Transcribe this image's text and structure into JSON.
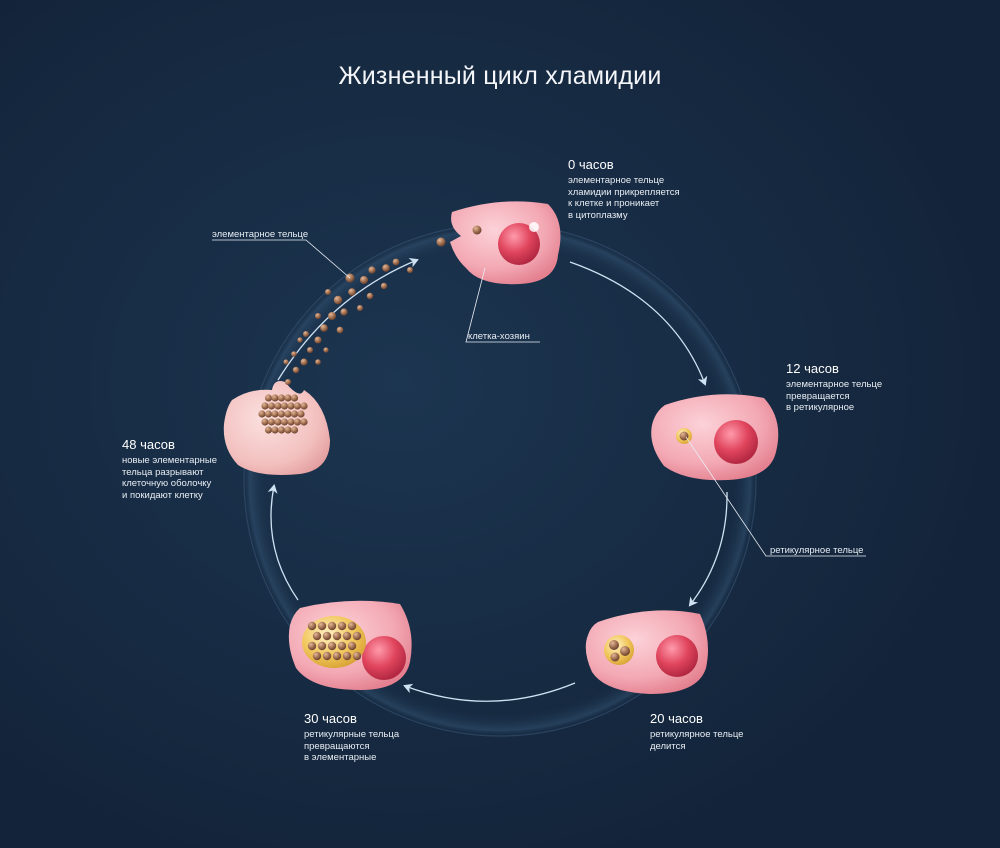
{
  "title": "Жизненный цикл хламидии",
  "stages": [
    {
      "time": "0 часов",
      "description": "элементарное тельце\nхламидии прикрепляется\nк клетке и проникает\nв цитоплазму"
    },
    {
      "time": "12 часов",
      "description": "элементарное тельце\nпревращается\nв ретикулярное"
    },
    {
      "time": "20 часов",
      "description": "ретикулярное тельце\nделится"
    },
    {
      "time": "30 часов",
      "description": "ретикулярные тельца\nпревращаются\nв элементарные"
    },
    {
      "time": "48 часов",
      "description": "новые элементарные\nтельца разрывают\nклеточную оболочку\nи покидают клетку"
    }
  ],
  "callouts": {
    "elementary_body": "элементарное тельце",
    "host_cell": "клетка-хозяин",
    "reticulate_body": "ретикулярное тельце"
  },
  "colors": {
    "background": "#13243a",
    "cell": "#f3a9b4",
    "nucleus": "#e0455d",
    "elementary_body": "#9b6a4e",
    "reticulate_body": "#f1c65a",
    "arrow": "#cfe2f3"
  }
}
